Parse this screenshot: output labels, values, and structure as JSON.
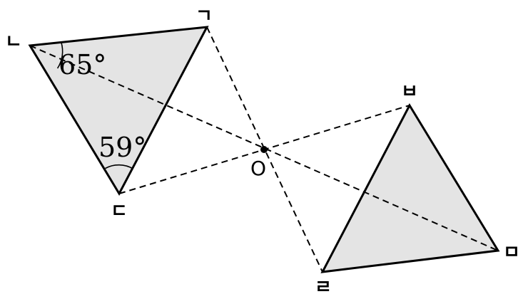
{
  "colors": {
    "line": "#000000",
    "fill": "#e4e4e4",
    "background": "#ffffff"
  },
  "points": {
    "a": "ㄱ",
    "b": "ㄴ",
    "c": "ㄷ",
    "d": "ㄹ",
    "e": "ㅁ",
    "f": "ㅂ",
    "center": "O"
  },
  "angles": {
    "at_b": "65°",
    "at_c": "59°"
  }
}
